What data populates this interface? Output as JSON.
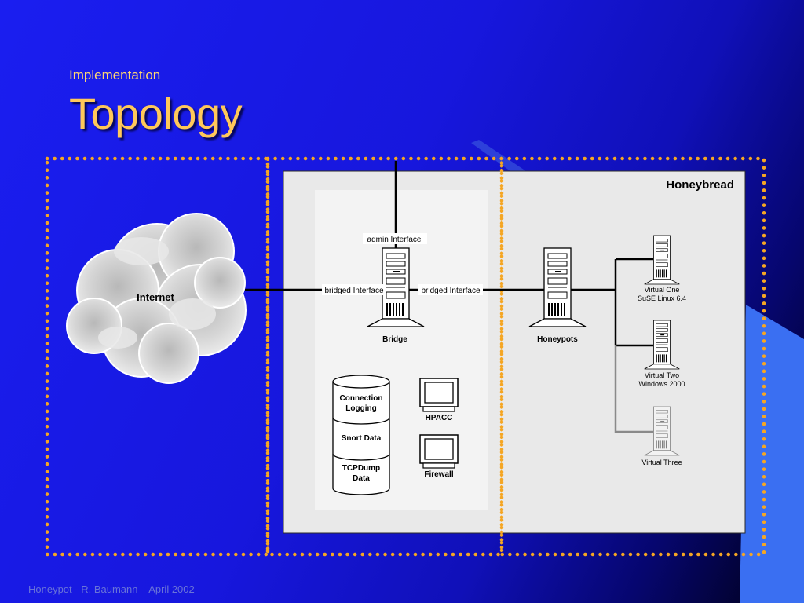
{
  "slide": {
    "subtitle": "Implementation",
    "title": "Topology",
    "footer": "Honeypot - R. Baumann – April 2002"
  },
  "diagram": {
    "panel_title": "Honeybread",
    "cloud_label": "Internet",
    "admin_interface": "admin Interface",
    "bridged_left": "bridged Interface",
    "bridged_right": "bridged Interface",
    "bridge": "Bridge",
    "honeypots": "Honeypots",
    "database": {
      "slot1_line1": "Connection",
      "slot1_line2": "Logging",
      "slot2": "Snort Data",
      "slot3_line1": "TCPDump",
      "slot3_line2": "Data"
    },
    "hpacc": "HPACC",
    "firewall": "Firewall",
    "virtual_one_line1": "Virtual One",
    "virtual_one_line2": "SuSE Linux 6.4",
    "virtual_two_line1": "Virtual Two",
    "virtual_two_line2": "Windows 2000",
    "virtual_three": "Virtual Three"
  },
  "colors": {
    "background_start": "#1a1ef0",
    "background_end": "#000010",
    "title": "#ffc85a",
    "dotted_border": "#f5a623",
    "panel": "#e9e9e9"
  }
}
